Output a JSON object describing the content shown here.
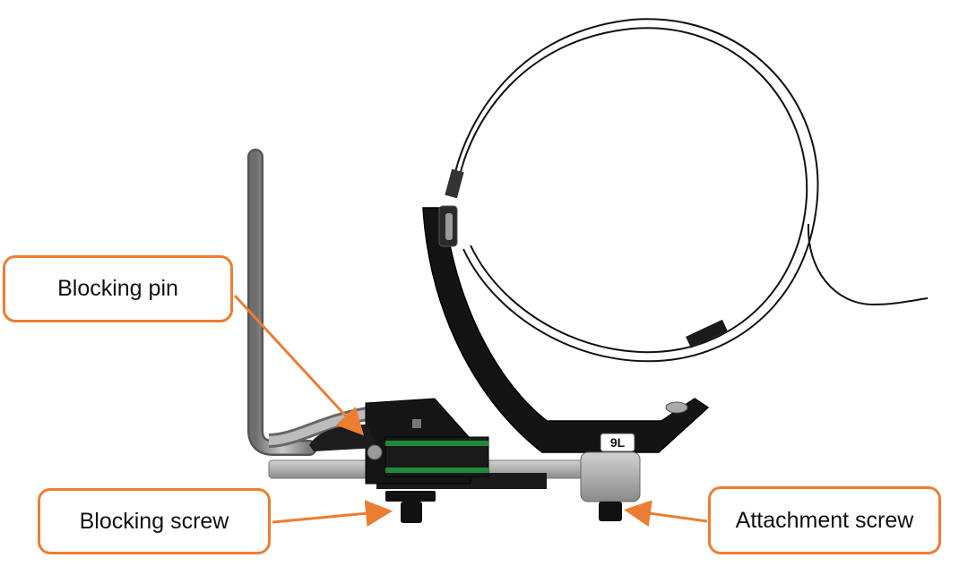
{
  "labels": {
    "blocking_pin": "Blocking pin",
    "blocking_screw": "Blocking screw",
    "attachment_screw": "Attachment screw"
  },
  "part_marking": "9L",
  "colors": {
    "callout_border": "#ED7D31",
    "arrow": "#ED7D31",
    "body": "#141414",
    "rail": "#a9a9a9",
    "slider_accent": "#1f8a3a"
  }
}
